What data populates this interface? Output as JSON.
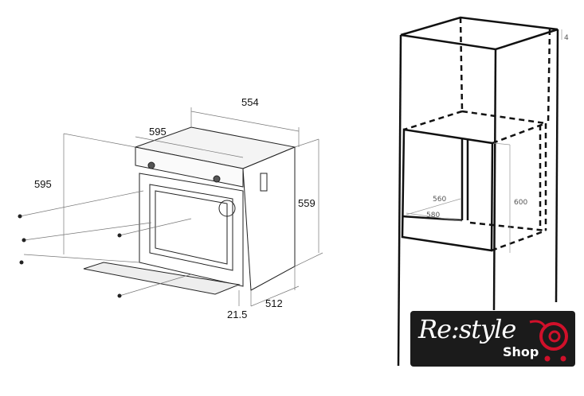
{
  "oven_drawing": {
    "dimensions": {
      "depth_top": "554",
      "width": "595",
      "height": "595",
      "body_height": "559",
      "front_thickness": "21.5",
      "body_depth": "512"
    }
  },
  "cabinet_drawing": {
    "dimensions": {
      "gap_top": "4",
      "inner_depth": "560",
      "inner_width": "580",
      "niche_height": "600"
    }
  },
  "logo": {
    "brand": "Re:style",
    "sub": "Shop",
    "accent_color": "#d0102a"
  }
}
